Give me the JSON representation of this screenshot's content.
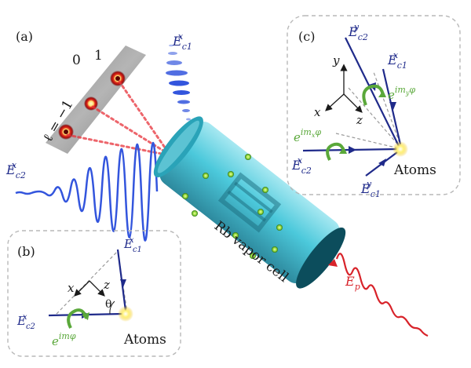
{
  "panels": {
    "a": {
      "tag": "(a)",
      "ell": "ℓ = −1",
      "orders": [
        "0",
        "1"
      ]
    },
    "b": {
      "tag": "(b)",
      "x": "x",
      "z": "z",
      "theta": "θ",
      "atoms": "Atoms",
      "Ec1x": {
        "base": "E",
        "sub": "c1",
        "sup": "x"
      },
      "Ec2x": {
        "base": "E",
        "sub": "c2",
        "sup": "x"
      },
      "phase": {
        "base": "e",
        "sup": "imφ"
      }
    },
    "c": {
      "tag": "(c)",
      "y": "y",
      "x": "x",
      "z": "z",
      "atoms": "Atoms",
      "Ec2y": {
        "base": "E",
        "sub": "c2",
        "sup": "y"
      },
      "Ec1x": {
        "base": "E",
        "sub": "c1",
        "sup": "x"
      },
      "Ec2x": {
        "base": "E",
        "sub": "c2",
        "sup": "x"
      },
      "Ec1y": {
        "base": "E",
        "sub": "c1",
        "sup": "y"
      },
      "phase_x": {
        "base": "e",
        "sup": "im",
        "supsub": "x",
        "suptail": "φ"
      },
      "phase_y": {
        "base": "e",
        "sup": "im",
        "supsub": "y",
        "suptail": "φ"
      }
    }
  },
  "beams": {
    "Ec1x": {
      "base": "E",
      "sub": "c1",
      "sup": "x"
    },
    "Ec2x": {
      "base": "E",
      "sub": "c2",
      "sup": "x"
    },
    "Ep": {
      "base": "E",
      "sub": "p"
    }
  },
  "cell_label": "Rb vapor cell",
  "colors": {
    "navy": "#1f2a8a",
    "green": "#5aa83a",
    "red": "#d8232a",
    "blue": "#3355dd",
    "cyan": "#3cc4d8"
  }
}
